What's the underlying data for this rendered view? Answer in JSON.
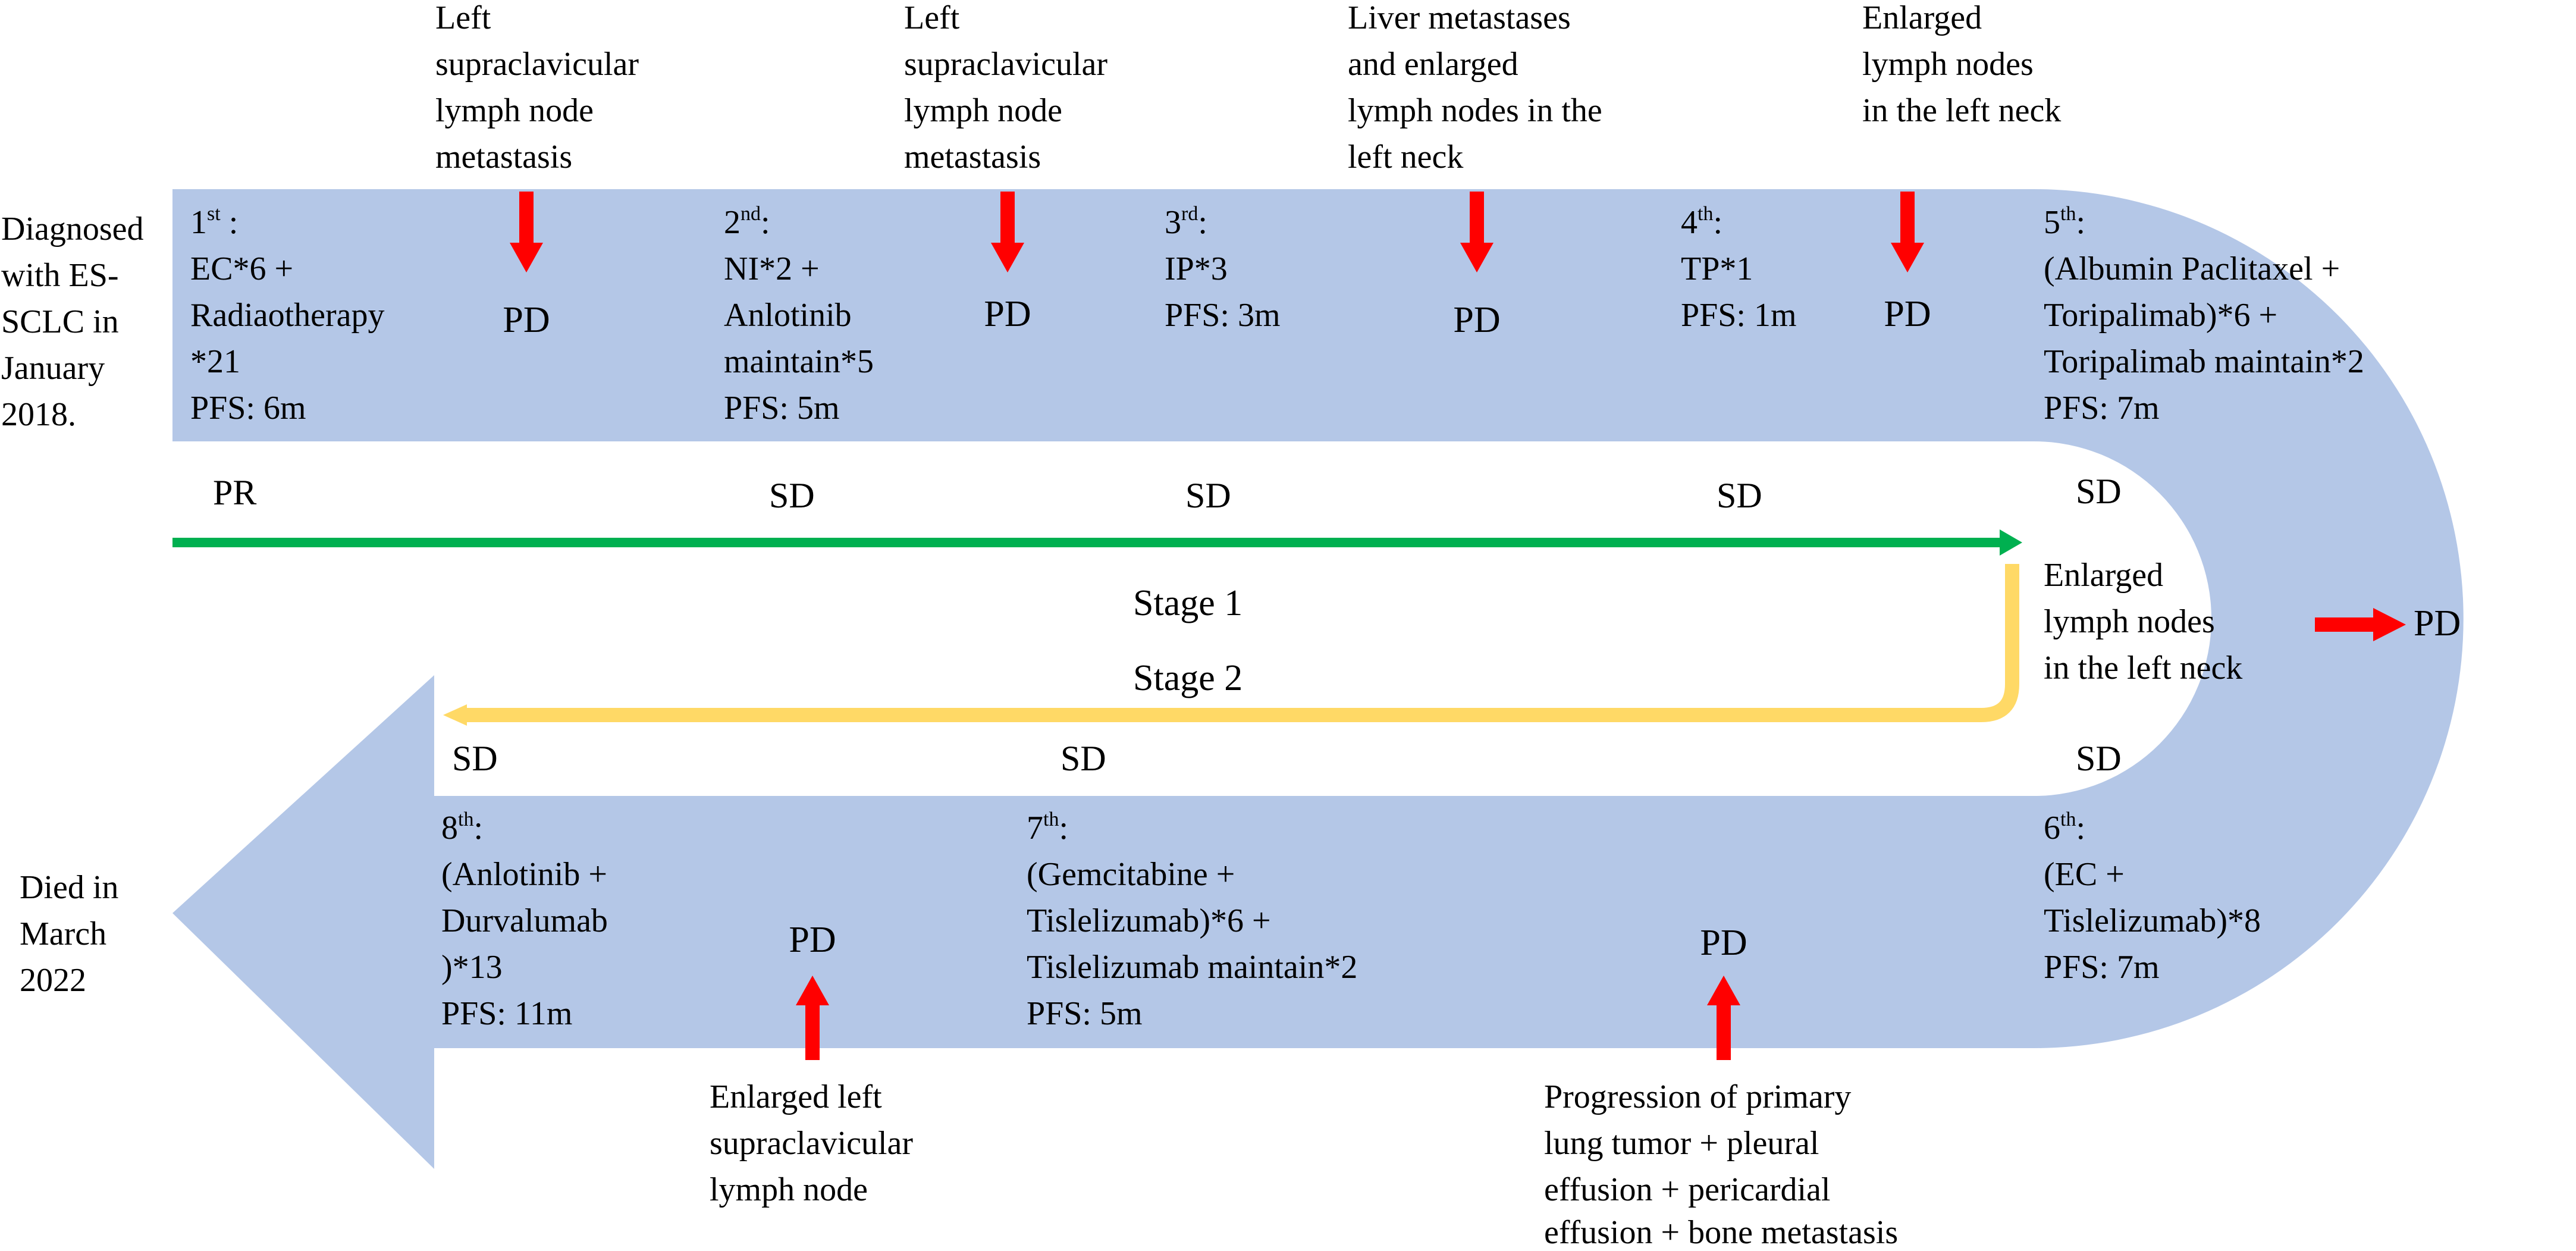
{
  "colors": {
    "band": "#b4c7e7",
    "stage1_arrow": "#00b050",
    "stage2_arrow": "#ffd966",
    "pd_arrow": "#ff0000",
    "text": "#000000"
  },
  "start_label": [
    "Diagnosed",
    "with ES-",
    "SCLC in",
    "January",
    "2018."
  ],
  "end_label": [
    "Died in",
    "March",
    "2022"
  ],
  "top_lines": [
    {
      "ordinal": "1",
      "suffix": "st",
      "sep": " :",
      "lines": [
        "EC*6 +",
        "Radiaotherapy",
        "*21",
        "PFS: 6m"
      ]
    },
    {
      "ordinal": "2",
      "suffix": "nd",
      "sep": ":",
      "lines": [
        "NI*2 +",
        "Anlotinib",
        "maintain*5",
        "PFS: 5m"
      ]
    },
    {
      "ordinal": "3",
      "suffix": "rd",
      "sep": ":",
      "lines": [
        "IP*3",
        "PFS: 3m"
      ]
    },
    {
      "ordinal": "4",
      "suffix": "th",
      "sep": ":",
      "lines": [
        "TP*1",
        "PFS: 1m"
      ]
    },
    {
      "ordinal": "5",
      "suffix": "th",
      "sep": ":",
      "lines": [
        "(Albumin Paclitaxel +",
        "Toripalimab)*6 +",
        "Toripalimab maintain*2",
        "PFS: 7m"
      ]
    }
  ],
  "bottom_lines": [
    {
      "ordinal": "6",
      "suffix": "th",
      "sep": ":",
      "lines": [
        "(EC +",
        "Tislelizumab)*8",
        "PFS: 7m"
      ]
    },
    {
      "ordinal": "7",
      "suffix": "th",
      "sep": ":",
      "lines": [
        "(Gemcitabine +",
        "Tislelizumab)*6 +",
        "Tislelizumab maintain*2",
        "PFS: 5m"
      ]
    },
    {
      "ordinal": "8",
      "suffix": "th",
      "sep": ":",
      "lines": [
        "(Anlotinib +",
        "Durvalumab",
        ")*13",
        "PFS:   11m"
      ]
    }
  ],
  "progressions": [
    {
      "label": "PD",
      "reason": [
        "Left",
        "supraclavicular",
        "lymph node",
        "metastasis"
      ]
    },
    {
      "label": "PD",
      "reason": [
        "Left",
        "supraclavicular",
        "lymph node",
        "metastasis"
      ]
    },
    {
      "label": "PD",
      "reason": [
        "Liver metastases",
        "and enlarged",
        "lymph nodes in the",
        "left neck"
      ]
    },
    {
      "label": "PD",
      "reason": [
        "Enlarged",
        "lymph nodes",
        "in the left neck"
      ]
    },
    {
      "label": "PD",
      "reason": [
        "Enlarged",
        "lymph nodes",
        "in the left neck"
      ]
    },
    {
      "label": "PD",
      "reason": [
        "Progression of primary",
        "lung tumor + pleural",
        "effusion + pericardial",
        "effusion + bone metastasis"
      ]
    },
    {
      "label": "PD",
      "reason": [
        "Enlarged left",
        "supraclavicular",
        "lymph node"
      ]
    }
  ],
  "responses_top": [
    "PR",
    "SD",
    "SD",
    "SD",
    "SD"
  ],
  "responses_bottom": [
    "SD",
    "SD",
    "SD"
  ],
  "stages": [
    "Stage 1",
    "Stage 2"
  ]
}
